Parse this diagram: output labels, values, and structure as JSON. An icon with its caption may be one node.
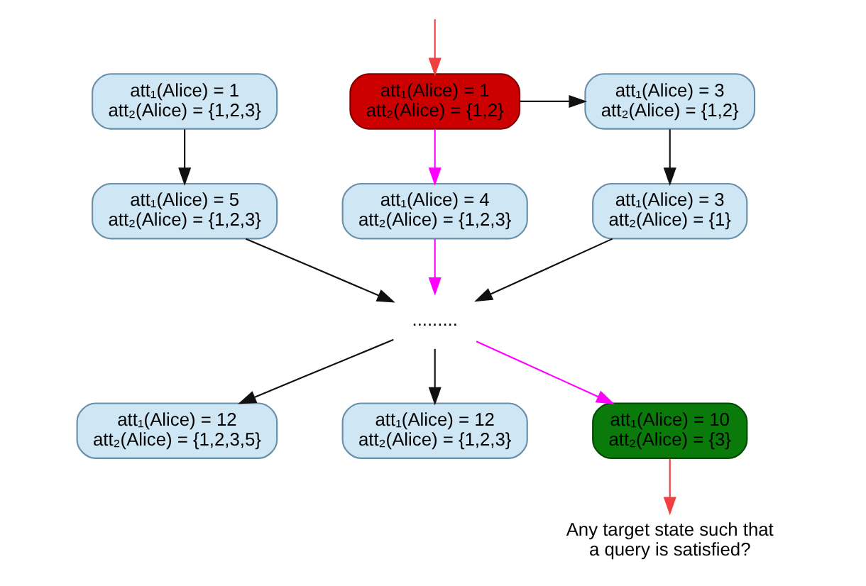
{
  "diagram": {
    "nodes": [
      {
        "text": [
          "att₁(Alice) = 1 att₂(Alice) = {1,2}"
        ]
      },
      {
        "text": [
          "att₁(Alice) = 3 att₂(Alice) = {1,2}"
        ]
      },
      {
        "text": [
          "att₁(Alice) = 1 att₂(Alice) = {1,2,3}"
        ]
      },
      {
        "text": [
          "att₁(Alice) = 4 att₂(Alice) = {1,2,3}"
        ]
      },
      {
        "text": [
          "att₁(Alice) = 3 att₂(Alice) = {1}"
        ]
      },
      {
        "text": [
          "att₁(Alice) = 5 att₂(Alice) = {1,2,3}"
        ]
      },
      {
        "text": [
          "........."
        ]
      },
      {
        "text": [
          "att₁(Alice) = 12 att₂(Alice) = {1,2,3,5}"
        ]
      },
      {
        "text": [
          "att₁(Alice) = 12 att₂(Alice) = {1,2,3}"
        ]
      },
      {
        "text": [
          "att₁(Alice) = 10 att₂(Alice) = {3}"
        ]
      },
      {
        "text": [
          "Any target state such that a query is satisfied?"
        ]
      }
    ],
    "edges": [
      {
        "from": null,
        "to": 0,
        "arrow": "to",
        "color": "#f04040"
      },
      {
        "from": 0,
        "to": 1,
        "arrow": "to"
      },
      {
        "from": 0,
        "to": 3,
        "arrow": "to",
        "color": "#ff00ff"
      },
      {
        "from": 1,
        "to": 4,
        "arrow": "to"
      },
      {
        "from": 2,
        "to": 5,
        "arrow": "to"
      },
      {
        "from": 3,
        "to": 6,
        "arrow": "to",
        "color": "#ff00ff"
      },
      {
        "from": 4,
        "to": 6,
        "arrow": "to"
      },
      {
        "from": 5,
        "to": 6,
        "arrow": "to"
      },
      {
        "from": 6,
        "to": 7,
        "arrow": "to"
      },
      {
        "from": 6,
        "to": 8,
        "arrow": "to"
      },
      {
        "from": 6,
        "to": 9,
        "arrow": "to",
        "color": "#ff00ff"
      },
      {
        "from": 9,
        "to": 10,
        "arrow": "to",
        "color": "#f04040"
      }
    ]
  }
}
